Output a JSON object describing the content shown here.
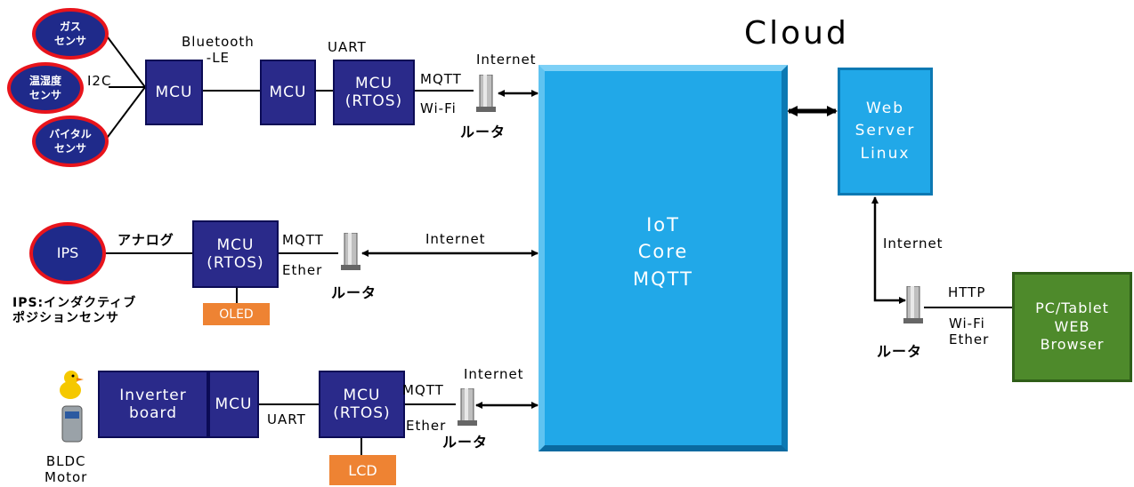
{
  "title": "Cloud",
  "sensors": {
    "gas": "ガス\nセンサ",
    "humidity": "温湿度\nセンサ",
    "vital": "バイタル\nセンサ",
    "ips": "IPS"
  },
  "boxes": {
    "mcu1": "MCU",
    "mcu2": "MCU",
    "mcu_rtos1": "MCU\n(RTOS)",
    "mcu_rtos2": "MCU\n(RTOS)",
    "inverter": "Inverter\nboard",
    "mcu3": "MCU",
    "mcu_rtos3": "MCU\n(RTOS)",
    "oled": "OLED",
    "lcd": "LCD",
    "iot_core": "IoT\nCore\nMQTT",
    "web_server": "Web\nServer\nLinux",
    "pc_browser": "PC/Tablet\nWEB\nBrowser"
  },
  "labels": {
    "i2c": "I2C",
    "bluetooth": "Bluetooth\n-LE",
    "uart_top": "UART",
    "mqtt_row1": "MQTT",
    "wifi_row1": "Wi-Fi",
    "internet_row1": "Internet",
    "router1": "ルータ",
    "analog": "アナログ",
    "mqtt_row2": "MQTT",
    "ether_row2": "Ether",
    "router2": "ルータ",
    "internet_row2": "Internet",
    "ips_desc": "IPS:インダクティブ\nポジションセンサ",
    "uart_row3": "UART",
    "mqtt_row3": "MQTT",
    "ether_row3": "Ether",
    "internet_row3": "Internet",
    "router3": "ルータ",
    "bldc": "BLDC\nMotor",
    "internet_right": "Internet",
    "router4": "ルータ",
    "http": "HTTP",
    "wifi_ether": "Wi-Fi\nEther"
  },
  "colors": {
    "mcu_fill": "#2a2a8a",
    "sensor_border": "#e8141c",
    "cloud_fill": "#21a8e8",
    "pc_fill": "#4e8a2b",
    "orange": "#ee8333"
  },
  "icons": [
    "router-icon",
    "duck-icon",
    "motor-icon"
  ]
}
